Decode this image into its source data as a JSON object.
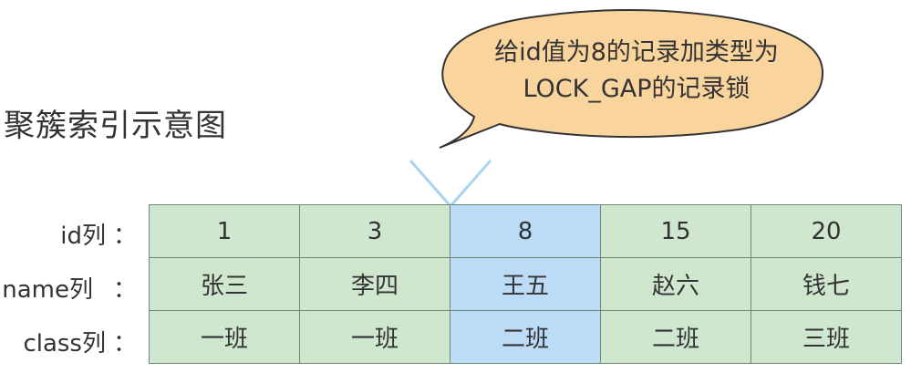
{
  "title": "聚簇索引示意图",
  "callout": {
    "line1": "给id值为8的记录加类型为",
    "line2": "LOCK_GAP的记录锁"
  },
  "rows": [
    {
      "label": "id列",
      "colon": "：",
      "cells": [
        "1",
        "3",
        "8",
        "15",
        "20"
      ]
    },
    {
      "label": "name列",
      "colon": "：",
      "cells": [
        "张三",
        "李四",
        "王五",
        "赵六",
        "钱七"
      ]
    },
    {
      "label": "class列",
      "colon": "：",
      "cells": [
        "一班",
        "一班",
        "二班",
        "二班",
        "三班"
      ]
    }
  ],
  "highlight_column": 2,
  "colors": {
    "cell_fill": "#cfe6cf",
    "highlight_fill": "#bcdbf7",
    "bubble_fill": "#f9d49c",
    "pointer_line": "#a8d4ee"
  }
}
